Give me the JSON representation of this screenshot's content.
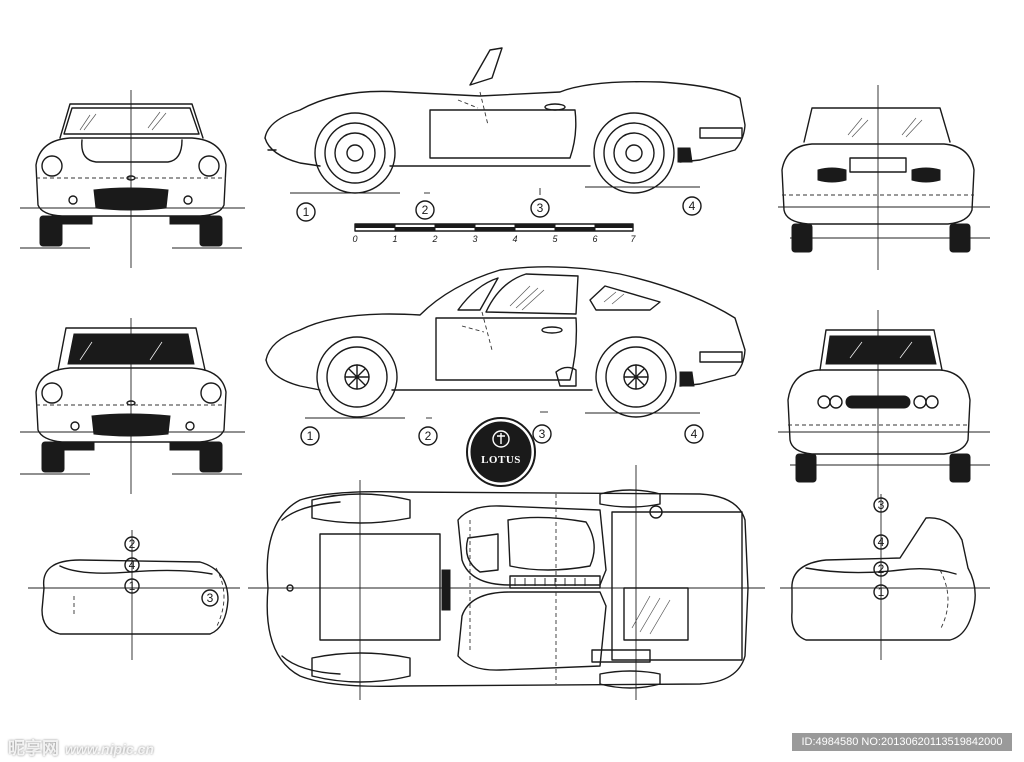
{
  "logo": {
    "text": "LOTUS"
  },
  "labels": {
    "roadster_side": [
      "1",
      "2",
      "3",
      "4"
    ],
    "coupe_side": [
      "1",
      "2",
      "3",
      "4"
    ],
    "left_section": [
      "2",
      "4",
      "1",
      "3"
    ],
    "right_section": [
      "3",
      "4",
      "2",
      "1"
    ]
  },
  "scale": {
    "ticks": [
      "0",
      "1",
      "2",
      "3",
      "4",
      "5",
      "6",
      "7"
    ]
  },
  "watermark": {
    "left_brand": "昵享网",
    "left_site": "www.nipic.cn",
    "right_id": "ID:4984580 NO:20130620113519842000"
  }
}
